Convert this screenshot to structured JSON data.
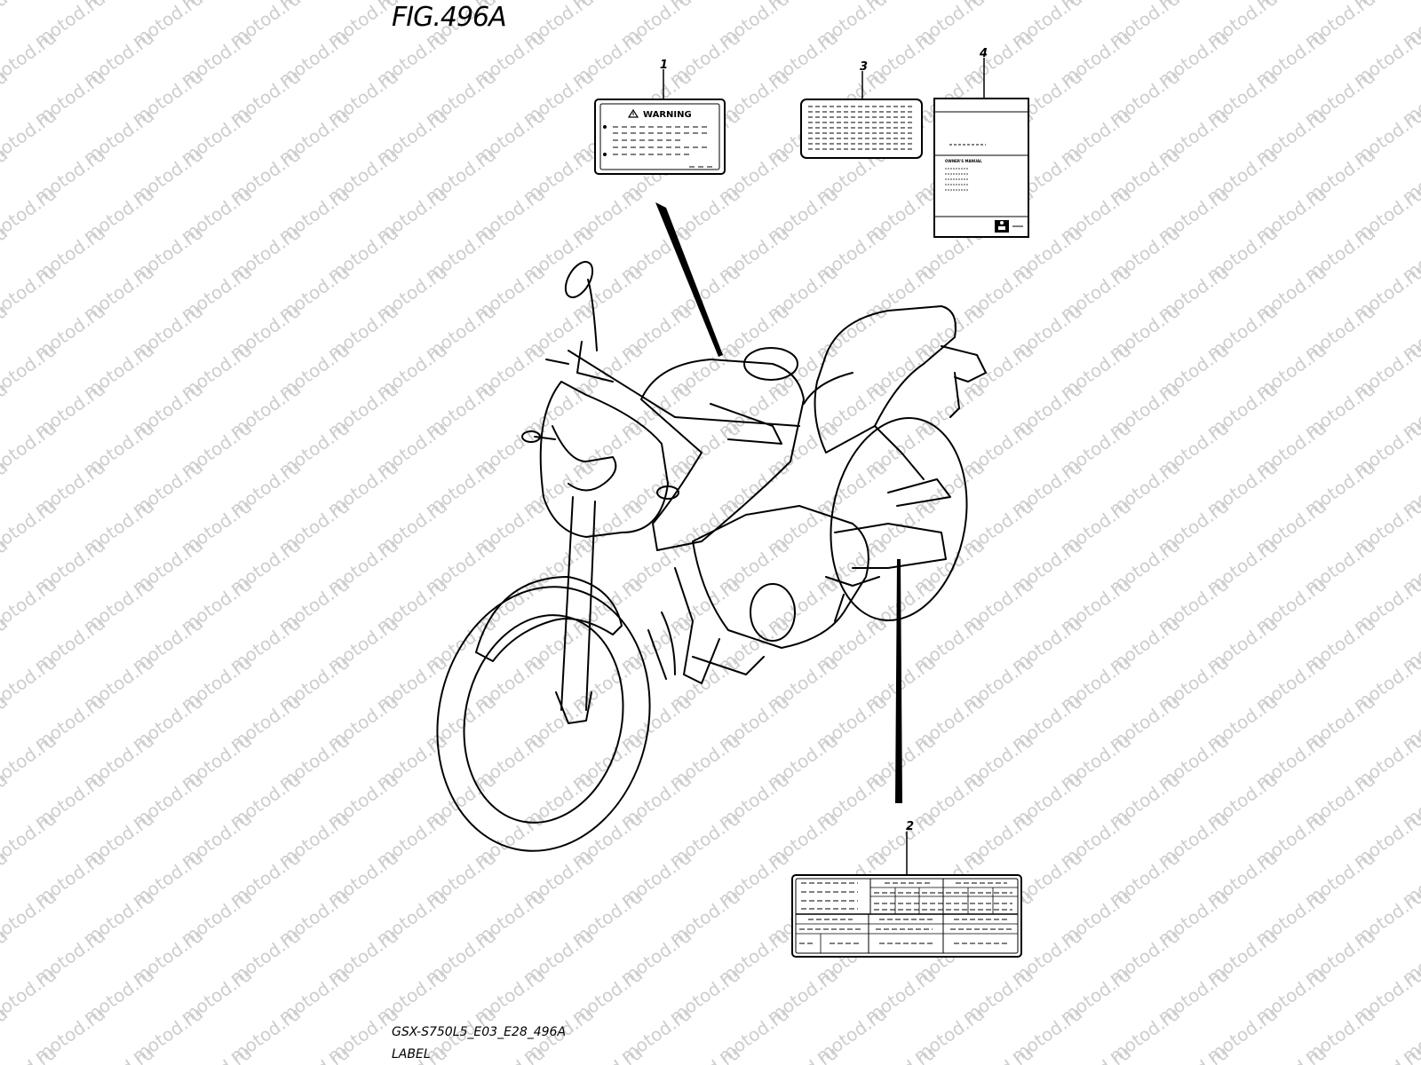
{
  "figure": {
    "title": "FIG.496A",
    "model_code": "GSX-S750L5_E03_E28_496A",
    "caption": "LABEL"
  },
  "watermark": {
    "text": "motod.ru",
    "color": "#c8c8c8"
  },
  "callouts": [
    "1",
    "2",
    "3",
    "4"
  ],
  "labels": {
    "warning_label": {
      "callout": "1",
      "heading": "WARNING",
      "icon": "warning-triangle-icon"
    },
    "info_label": {
      "callout": "2"
    },
    "label_3": {
      "callout": "3"
    },
    "owners_manual": {
      "callout": "4",
      "heading": "OWNER'S MANUAL",
      "icon": "book-reader-icon"
    }
  }
}
